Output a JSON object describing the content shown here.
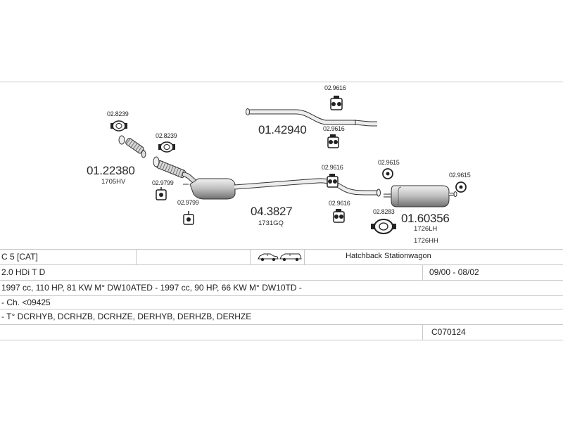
{
  "parts": {
    "front_pipe": {
      "number": "01.22380",
      "code": "1705HV"
    },
    "catalyst": {
      "number": "04.3827",
      "code": "1731GQ"
    },
    "tail_pipe": {
      "number": "01.42940"
    },
    "rear_muffler": {
      "number": "01.60356",
      "code_1": "1726LH",
      "code_2": "1726HH"
    },
    "gaskets": {
      "g1": "02.8239",
      "g2": "02.8239",
      "g3": "02.9799",
      "g4": "02.9799",
      "g5": "02.8283"
    },
    "hangers": {
      "h1": "02.9616",
      "h2": "02.9616",
      "h3": "02.9616",
      "h4": "02.9616",
      "h5": "02.9615",
      "h6": "02.9615"
    }
  },
  "table": {
    "model": "C 5  [CAT]",
    "body_types": "Hatchback Stationwagon",
    "engine": "2.0 HDi T D",
    "years": "09/00 - 08/02",
    "specs": "1997 cc, 110 HP, 81 KW M° DW10ATED - 1997 cc, 90 HP, 66 KW M° DW10TD -",
    "chassis": "- Ch. <09425",
    "types": "- T° DCRHYB, DCRHZB, DCRHZE, DERHYB, DERHZB, DERHZE",
    "catalog_code": "C070124"
  },
  "icons": [
    "hatchback-car-icon",
    "estate-car-icon"
  ]
}
